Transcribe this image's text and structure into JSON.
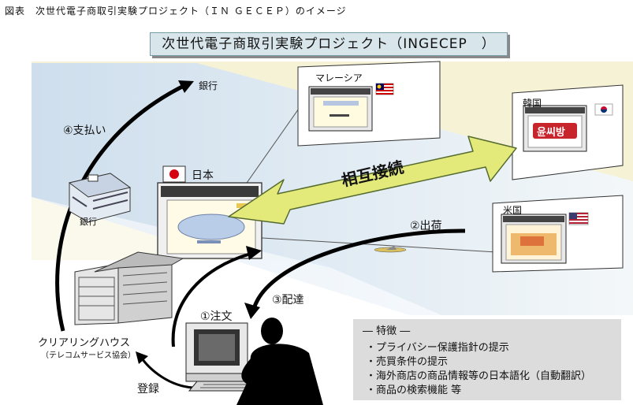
{
  "caption": "図表　次世代電子商取引実験プロジェクト（ＩＮ ＧＥＣＥＰ）のイメージ",
  "banner_title": "次世代電子商取引実験プロジェクト（INGECEP　）",
  "labels": {
    "bank_top": "銀行",
    "bank_left": "銀行",
    "payment": "④支払い",
    "japan": "日本",
    "malaysia": "マレーシア",
    "korea": "韓国",
    "usa": "米国",
    "interconnect": "相互接続",
    "shipping": "②出荷",
    "delivery": "③配達",
    "order": "①注文",
    "clearing_house": "クリアリングハウス",
    "clearing_house_sub": "（テレコムサービス協会）",
    "registration": "登録",
    "korea_site": "윤씨방"
  },
  "features": {
    "heading": "― 特徴 ―",
    "items": [
      "・プライバシー保護指針の提示",
      "・売買条件の提示",
      "・海外商店の商品情報等の日本語化（自動翻訳）",
      "・商品の検索機能 等"
    ]
  },
  "colors": {
    "cream": "#f6f2d6",
    "light_blue": "#dbe9f6",
    "arrow_fill": "#e4ea7a",
    "arrow_stroke": "#556b2f",
    "korea_red": "#c8242c",
    "japan_red": "#d7000f"
  }
}
